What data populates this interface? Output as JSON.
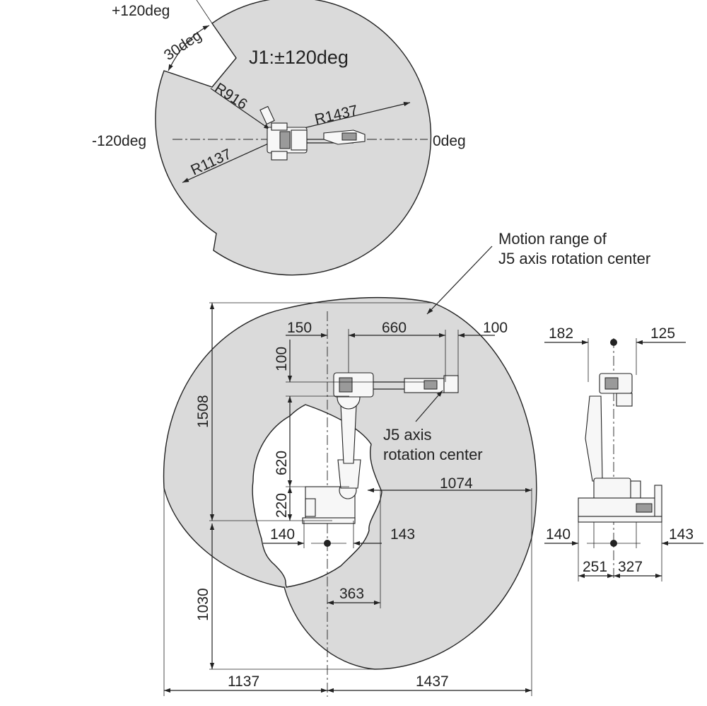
{
  "colors": {
    "region_fill": "#dadada",
    "line": "#222222",
    "background": "#ffffff"
  },
  "top_view": {
    "angle_plus": "+120deg",
    "angle_minus": "-120deg",
    "angle_zero": "0deg",
    "notch_angle": "30deg",
    "j1_range": "J1:±120deg",
    "r_inner": "R916",
    "r_outer": "R1437",
    "r_back": "R1137"
  },
  "side_view": {
    "callout_motion_line1": "Motion range of",
    "callout_motion_line2": "J5 axis rotation center",
    "callout_j5_line1": "J5 axis",
    "callout_j5_line2": "rotation center",
    "dims": {
      "d150": "150",
      "d660": "660",
      "d100_top": "100",
      "d100_vert": "100",
      "d1508": "1508",
      "d620": "620",
      "d220": "220",
      "d1074": "1074",
      "d140": "140",
      "d143": "143",
      "d363": "363",
      "d1030": "1030",
      "d1137": "1137",
      "d1437": "1437"
    }
  },
  "front_view": {
    "dims": {
      "d182": "182",
      "d125": "125",
      "d140": "140",
      "d143": "143",
      "d251": "251",
      "d327": "327"
    }
  }
}
